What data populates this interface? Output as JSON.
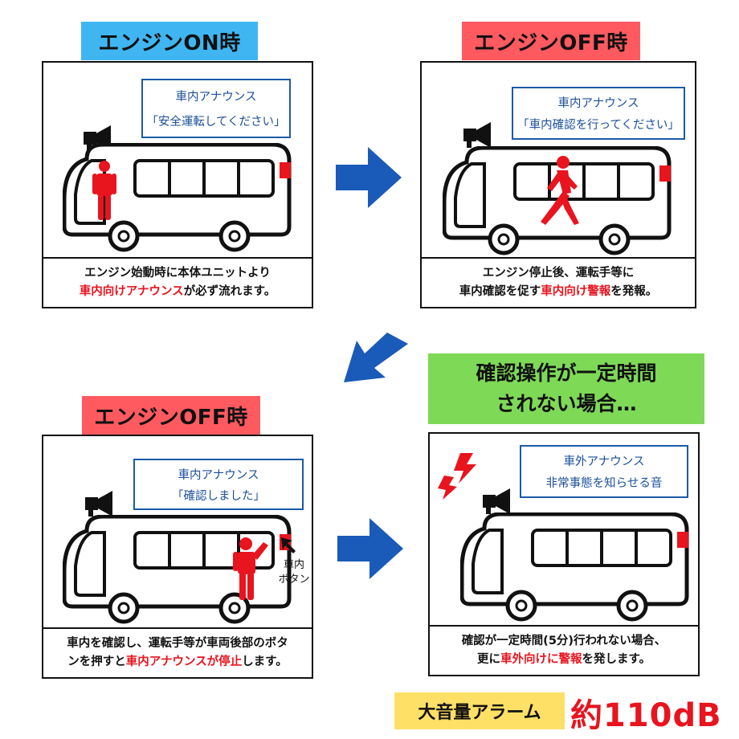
{
  "panels": [
    {
      "tag": "エンジンON時",
      "announce_title": "車内アナウンス",
      "announce_text": "「安全運転してください」",
      "caption_line1": "エンジン始動時に本体ユニットより",
      "caption_line2_hl": "車内向けアナウンス",
      "caption_line2_rest": "が必ず流れます。"
    },
    {
      "tag": "エンジンOFF時",
      "announce_title": "車内アナウンス",
      "announce_text": "「車内確認を行ってください」",
      "caption_line1": "エンジン停止後、運転手等に",
      "caption_line2_pre": "車内確認を促す",
      "caption_line2_hl": "車内向け警報",
      "caption_line2_rest": "を発報。"
    },
    {
      "tag": "エンジンOFF時",
      "announce_title": "車内アナウンス",
      "announce_text": "「確認しました」",
      "button_label_1": "車内",
      "button_label_2": "ボタン",
      "caption_line1": "車内を確認し、運転手等が車両後部のボタ",
      "caption_line2_pre": "ンを押すと",
      "caption_line2_hl": "車内アナウンスが停止",
      "caption_line2_rest": "します。"
    },
    {
      "banner_line1": "確認操作が一定時間",
      "banner_line2": "されない場合…",
      "announce_title": "車外アナウンス",
      "announce_text": "非常事態を知らせる音",
      "caption_line1": "確認が一定時間(5分)行われない場合、",
      "caption_line2_pre": "更に",
      "caption_line2_hl": "車外向けに警報",
      "caption_line2_rest": "を発します。"
    }
  ],
  "alarm": {
    "label": "大音量アラーム",
    "value": "約110dB"
  },
  "colors": {
    "tag_on": "#3fb6f2",
    "tag_off": "#ff5a5f",
    "highlight": "#e8141e",
    "arrow": "#1a5ab8",
    "announce_border": "#1a5aa8",
    "banner": "#7ed957",
    "alarm_tag": "#ffe066"
  },
  "icons": [
    "loudspeaker-icon",
    "bus-icon",
    "person-standing-icon",
    "person-walking-icon",
    "person-pressing-button-icon",
    "cursor-arrow-icon",
    "lightning-alert-icon",
    "flow-arrow-icon"
  ]
}
